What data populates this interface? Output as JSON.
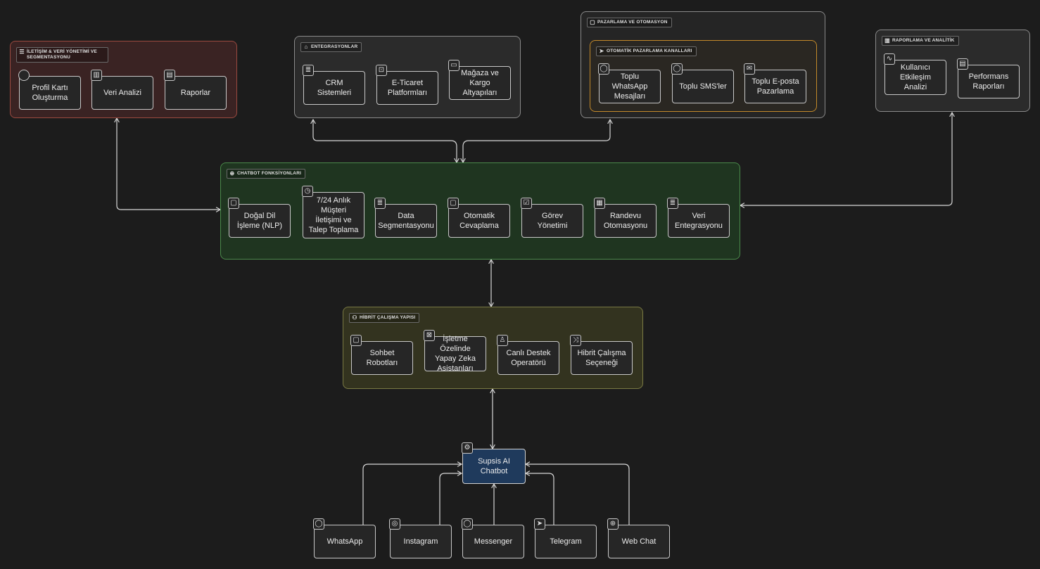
{
  "groups": {
    "iletisim": {
      "title": "İLETİŞİM & VERİ YÖNETİMİ VE SEGMENTASYONU",
      "icon": "list-icon"
    },
    "entegrasyon": {
      "title": "ENTEGRASYONLAR",
      "icon": "building-icon"
    },
    "pazarlama": {
      "title": "PAZARLAMA VE OTOMASYON",
      "icon": "square-icon"
    },
    "otomatik": {
      "title": "OTOMATİK PAZARLAMA KANALLARI",
      "icon": "send-icon"
    },
    "raporlama": {
      "title": "RAPORLAMA VE ANALİTİK",
      "icon": "bar-chart-icon"
    },
    "chatbot": {
      "title": "CHATBOT FONKSİYONLARI",
      "icon": "bot-icon"
    },
    "hibrit": {
      "title": "HİBRİT ÇALIŞMA YAPISI",
      "icon": "users-icon"
    }
  },
  "nodes": {
    "profil": {
      "label": "Profil Kartı Oluşturma",
      "icon": "card-icon"
    },
    "veri_analizi": {
      "label": "Veri Analizi",
      "icon": "bar-chart-icon"
    },
    "raporlar": {
      "label": "Raporlar",
      "icon": "document-icon"
    },
    "crm": {
      "label": "CRM Sistemleri",
      "icon": "database-icon"
    },
    "eticaret": {
      "label": "E-Ticaret Platformları",
      "icon": "cart-icon"
    },
    "magaza": {
      "label": "Mağaza ve Kargo Altyapıları",
      "icon": "truck-icon"
    },
    "whatsapp_toplu": {
      "label": "Toplu WhatsApp Mesajları",
      "icon": "chat-icon"
    },
    "sms_toplu": {
      "label": "Toplu SMS'ler",
      "icon": "chat-icon"
    },
    "eposta_toplu": {
      "label": "Toplu E-posta Pazarlama",
      "icon": "mail-icon"
    },
    "etkilesim": {
      "label": "Kullanıcı Etkileşim Analizi",
      "icon": "activity-icon"
    },
    "performans": {
      "label": "Performans Raporları",
      "icon": "document-icon"
    },
    "nlp": {
      "label": "Doğal Dil İşleme (NLP)",
      "icon": "chat-icon"
    },
    "anlik": {
      "label": "7/24 Anlık Müşteri İletişimi ve Talep Toplama",
      "icon": "clock-icon"
    },
    "segment": {
      "label": "Data Segmentasyonu",
      "icon": "database-icon"
    },
    "cevap": {
      "label": "Otomatik Cevaplama",
      "icon": "chat-icon"
    },
    "gorev": {
      "label": "Görev Yönetimi",
      "icon": "checkbox-icon"
    },
    "randevu": {
      "label": "Randevu Otomasyonu",
      "icon": "calendar-icon"
    },
    "veri_ent": {
      "label": "Veri Entegrasyonu",
      "icon": "database-icon"
    },
    "sohbet": {
      "label": "Sohbet Robotları",
      "icon": "chat-icon"
    },
    "asistan": {
      "label": "İşletme Özelinde Yapay Zeka Asistanları",
      "icon": "image-icon"
    },
    "canli": {
      "label": "Canlı Destek Operatörü",
      "icon": "user-icon"
    },
    "hibrit_secenek": {
      "label": "Hibrit Çalışma Seçeneği",
      "icon": "shuffle-icon"
    },
    "supsis": {
      "label": "Supsis AI Chatbot",
      "icon": "cpu-icon"
    },
    "whatsapp": {
      "label": "WhatsApp",
      "icon": "chat-icon"
    },
    "instagram": {
      "label": "Instagram",
      "icon": "instagram-icon"
    },
    "messenger": {
      "label": "Messenger",
      "icon": "chat-icon"
    },
    "telegram": {
      "label": "Telegram",
      "icon": "send-icon"
    },
    "webchat": {
      "label": "Web Chat",
      "icon": "globe-icon"
    }
  }
}
